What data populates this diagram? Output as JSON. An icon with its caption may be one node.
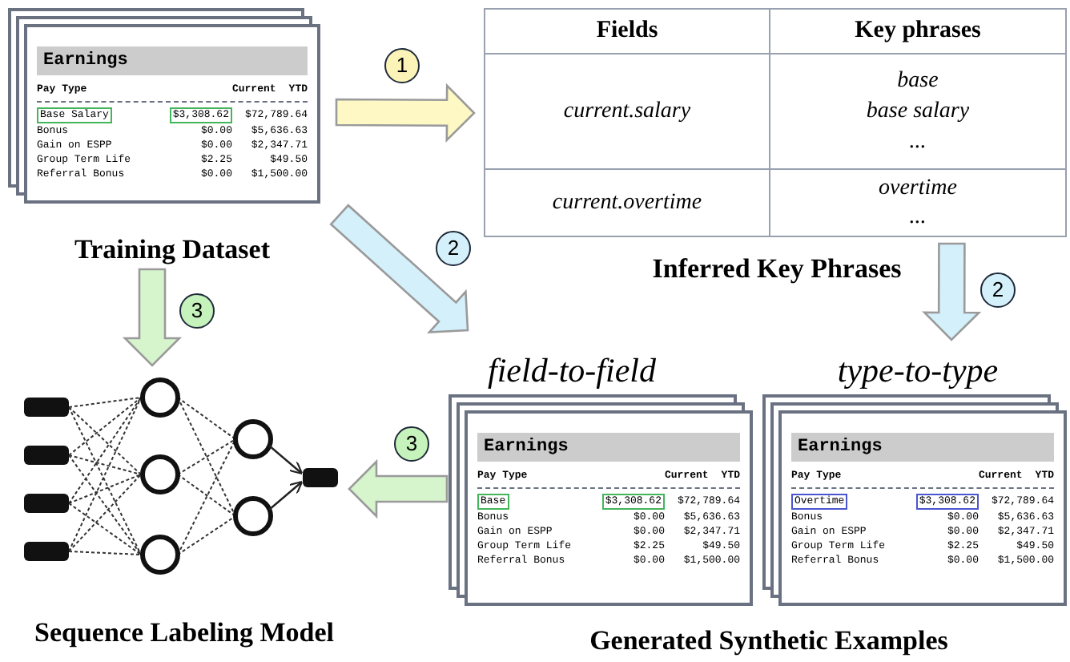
{
  "diagram": {
    "nodes": [
      {
        "text": [
          "Earnings",
          "Pay Type",
          "Current",
          "YTD",
          "$72,789.64",
          "Bonus",
          "$0.00",
          "$5,636.63",
          "Gain on ESPP",
          "$0.00",
          "$2,347.71",
          "Group Term Life",
          "$2.25",
          "$49.50",
          "Referral Bonus",
          "$0.00",
          "$1,500.00"
        ],
        "beside": [
          "Training Dataset"
        ]
      },
      {
        "text": [
          "Base Salary"
        ],
        "in": 0
      },
      {
        "text": [
          "$3,308.62"
        ],
        "in": 0
      },
      {
        "text": [
          "Fields",
          "Key phrases",
          "current.salary",
          "base",
          "base salary",
          "...",
          "current.overtime",
          "overtime",
          "..."
        ],
        "beside": [
          "Inferred Key Phrases"
        ]
      },
      {
        "text": [
          "Earnings",
          "Pay Type",
          "Current",
          "YTD",
          "$72,789.64",
          "Bonus",
          "$0.00",
          "$5,636.63",
          "Gain on ESPP",
          "$0.00",
          "$2,347.71",
          "Group Term Life",
          "$2.25",
          "$49.50",
          "Referral Bonus",
          "$0.00",
          "$1,500.00"
        ],
        "beside": [
          "field-to-field"
        ]
      },
      {
        "text": [
          "Base"
        ],
        "in": 4
      },
      {
        "text": [
          "$3,308.62"
        ],
        "in": 4
      },
      {
        "text": [
          "Earnings",
          "Pay Type",
          "Current",
          "YTD",
          "$72,789.64",
          "Bonus",
          "$0.00",
          "$5,636.63",
          "Gain on ESPP",
          "$0.00",
          "$2,347.71",
          "Group Term Life",
          "$2.25",
          "$49.50",
          "Referral Bonus",
          "$0.00",
          "$1,500.00"
        ],
        "beside": [
          "type-to-type"
        ]
      },
      {
        "text": [
          "Overtime"
        ],
        "in": 7
      },
      {
        "text": [
          "$3,308.62"
        ],
        "in": 7
      },
      {
        "text": [],
        "shape": "picture",
        "beside": [
          "Sequence Labeling Model"
        ]
      }
    ],
    "edges": [
      {
        "from": 0,
        "to": 3,
        "arrow": "to",
        "label": "1",
        "style": "thick",
        "color": "#fdf8c4"
      },
      {
        "from": 0,
        "to": 4,
        "arrow": "to",
        "label": "2",
        "style": "thick",
        "color": "#d4f0fa"
      },
      {
        "from": 3,
        "to": 7,
        "arrow": "to",
        "label": "2",
        "style": "thick",
        "color": "#d4f0fa"
      },
      {
        "from": 0,
        "to": 10,
        "arrow": "to",
        "label": "3",
        "style": "thick",
        "color": "#d6f5cc"
      },
      {
        "from": 4,
        "to": 10,
        "arrow": "to",
        "label": "3",
        "style": "thick",
        "color": "#d6f5cc"
      }
    ],
    "labels": [
      "Generated Synthetic Examples"
    ]
  }
}
